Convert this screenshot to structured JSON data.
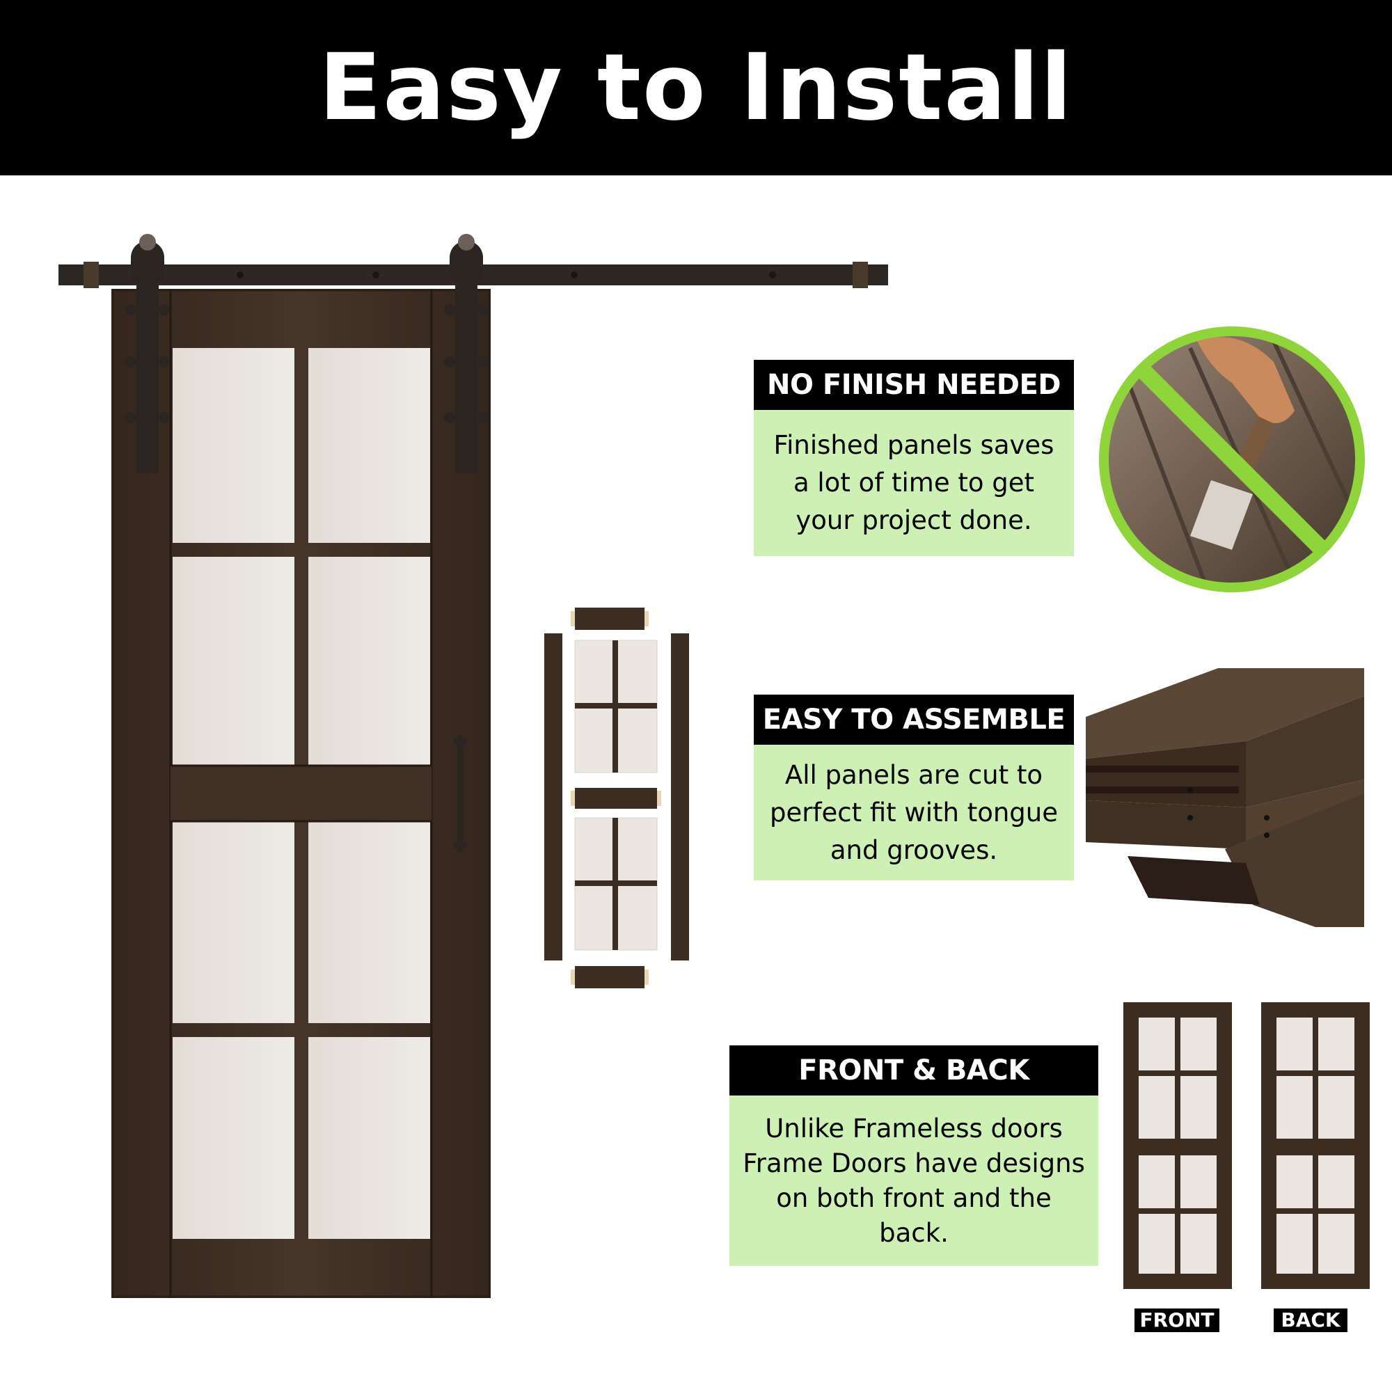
{
  "header": {
    "title": "Easy to Install"
  },
  "features": {
    "finish": {
      "title": "NO FINISH NEEDED",
      "body": "Finished panels saves a lot of time to get your project done."
    },
    "assemble": {
      "title": "EASY TO ASSEMBLE",
      "body": "All panels are cut to perfect fit with tongue and grooves."
    },
    "front_back": {
      "title": "FRONT & BACK",
      "body": "Unlike Frameless doors Frame Doors have designs on both front and the back."
    }
  },
  "labels": {
    "front": "FRONT",
    "back": "BACK"
  },
  "colors": {
    "wood": "#3d2e23",
    "glass": "#ebe6e1",
    "highlight_green": "#cdf0b4",
    "prohibit_green": "#8fd43a"
  }
}
